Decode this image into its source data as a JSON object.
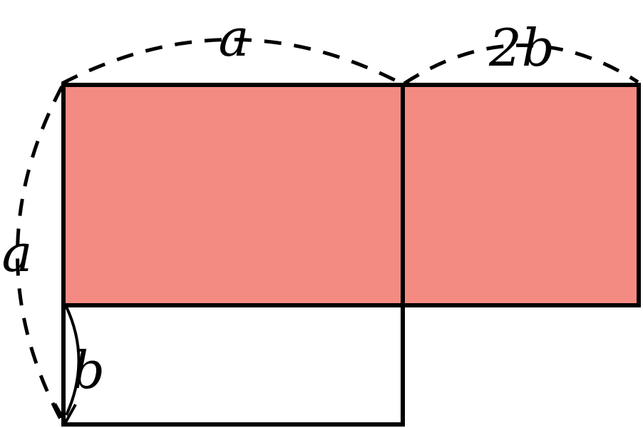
{
  "diagram": {
    "colors": {
      "shaded": "#f48b82",
      "stroke": "#000000",
      "background": "#ffffff"
    },
    "labels": {
      "top_left_width": "a",
      "top_right_width": "2b",
      "left_height": "a",
      "lower_height": "b"
    }
  }
}
